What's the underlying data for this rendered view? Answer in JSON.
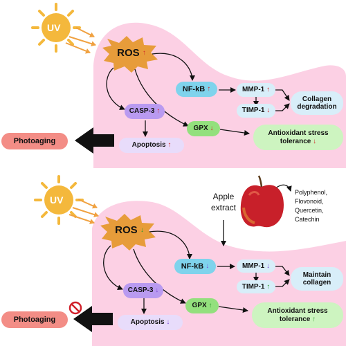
{
  "colors": {
    "pink_region": "#fcd0e4",
    "sun": "#f4b83c",
    "ray_arrow": "#f0a140",
    "ros_burst": "#e79c3a",
    "nfkb": "#7fd3ec",
    "casp": "#b99af0",
    "gpx": "#93e07d",
    "outcome_red": "#f38d86",
    "up_marker": "#d12a2a",
    "down_marker_protected": "#2d9b2d"
  },
  "top_panel": {
    "uv": "UV",
    "ros": "ROS",
    "ros_arrow": "↑",
    "nfkb": "NF-kB",
    "nfkb_arrow": "↑",
    "mmp1": "MMP-1",
    "mmp1_arrow": "↑",
    "timp1": "TIMP-1",
    "timp1_arrow": "↓",
    "collagen": "Collagen degradation",
    "casp3": "CASP-3",
    "casp3_arrow": "↑",
    "apoptosis": "Apoptosis",
    "apoptosis_arrow": "↑",
    "gpx": "GPX",
    "gpx_arrow": "↓",
    "antioxidant_line1": "Antioxidant stress",
    "antioxidant_line2": "tolerance",
    "antioxidant_arrow": "↓",
    "outcome": "Photoaging"
  },
  "bottom_panel": {
    "uv": "UV",
    "ros": "ROS",
    "ros_arrow": "↓",
    "apple_label_line1": "Apple",
    "apple_label_line2": "extract",
    "compounds": [
      "Polyphenol,",
      "Flovonoid,",
      "Quercetin,",
      "Catechin"
    ],
    "nfkb": "NF-kB",
    "nfkb_arrow": "↓",
    "mmp1": "MMP-1",
    "mmp1_arrow": "↓",
    "timp1": "TIMP-1",
    "timp1_arrow": "↑",
    "collagen_line1": "Maintain",
    "collagen_line2": "collagen",
    "casp3": "CASP-3",
    "casp3_arrow": "↓",
    "apoptosis": "Apoptosis",
    "apoptosis_arrow": "↓",
    "gpx": "GPX",
    "gpx_arrow": "↑",
    "antioxidant_line1": "Antioxidant stress",
    "antioxidant_line2": "tolerance",
    "antioxidant_arrow": "↑",
    "outcome": "Photoaging",
    "prohibited_icon": "no-entry-icon"
  }
}
